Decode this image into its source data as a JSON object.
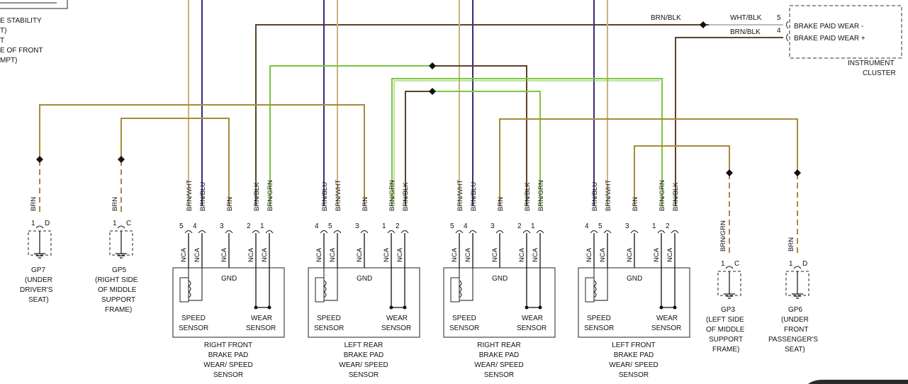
{
  "colors": {
    "brn": "#a88a3c",
    "brn_dark": "#5a4424",
    "grn": "#7cc63c",
    "blu": "#3c2a78",
    "wht_trace": "#c9b37a",
    "black": "#111111"
  },
  "top_left_label": [
    "E STABILITY",
    "T)",
    "T",
    "E OF FRONT",
    "MPT)"
  ],
  "instrument_cluster": {
    "line1": "BRAKE PAID WEAR -",
    "line2": "BRAKE PAID WEAR +",
    "pin_top": "5",
    "pin_bottom": "4",
    "caption1": "INSTRUMENT",
    "caption2": "CLUSTER"
  },
  "top_wires": {
    "left_label": "BRN/BLK",
    "upper_label": "WHT/BLK",
    "lower_label": "BRN/BLK"
  },
  "grounds": [
    {
      "id": "GP7",
      "wire": "BRN",
      "pin": "1",
      "letter": "D",
      "caption": [
        "GP7",
        "(UNDER",
        "DRIVER'S",
        "SEAT)"
      ]
    },
    {
      "id": "GP5",
      "wire": "BRN",
      "pin": "1",
      "letter": "C",
      "caption": [
        "GP5",
        "(RIGHT SIDE",
        "OF MIDDLE",
        "SUPPORT",
        "FRAME)"
      ]
    },
    {
      "id": "GP3",
      "wire": "BRN/GRN",
      "pin": "1",
      "letter": "C",
      "caption": [
        "GP3",
        "(LEFT SIDE",
        "OF MIDDLE",
        "SUPPORT",
        "FRAME)"
      ]
    },
    {
      "id": "GP6",
      "wire": "BRN",
      "pin": "1",
      "letter": "D",
      "caption": [
        "GP6",
        "(UNDER",
        "FRONT",
        "PASSENGER'S",
        "SEAT)"
      ]
    }
  ],
  "sensors": [
    {
      "wires": [
        "BRN/WHT",
        "BRN/BLU",
        "BRN",
        "BRN/BLK",
        "BRN/GRN"
      ],
      "pins": [
        "5",
        "4",
        "3",
        "2",
        "1"
      ],
      "nca": "NCA",
      "gnd": "GND",
      "speed": [
        "SPEED",
        "SENSOR"
      ],
      "wear": [
        "WEAR",
        "SENSOR"
      ],
      "caption": [
        "RIGHT FRONT",
        "BRAKE PAD",
        "WEAR/ SPEED",
        "SENSOR"
      ]
    },
    {
      "wires": [
        "BRN/BLU",
        "BRN/WHT",
        "BRN",
        "BRN/GRN",
        "BRN/BLK"
      ],
      "pins": [
        "4",
        "5",
        "3",
        "1",
        "2"
      ],
      "nca": "NCA",
      "gnd": "GND",
      "speed": [
        "SPEED",
        "SENSOR"
      ],
      "wear": [
        "WEAR",
        "SENSOR"
      ],
      "caption": [
        "LEFT REAR",
        "BRAKE PAD",
        "WEAR/ SPEED",
        "SENSOR"
      ]
    },
    {
      "wires": [
        "BRN/WHT",
        "BRN/BLU",
        "BRN",
        "BRN/BLK",
        "BRN/GRN"
      ],
      "pins": [
        "5",
        "4",
        "3",
        "2",
        "1"
      ],
      "nca": "NCA",
      "gnd": "GND",
      "speed": [
        "SPEED",
        "SENSOR"
      ],
      "wear": [
        "WEAR",
        "SENSOR"
      ],
      "caption": [
        "RIGHT REAR",
        "BRAKE PAD",
        "WEAR/ SPEED",
        "SENSOR"
      ]
    },
    {
      "wires": [
        "BRN/BLU",
        "BRN/WHT",
        "BRN",
        "BRN/GRN",
        "BRN/BLK"
      ],
      "pins": [
        "4",
        "5",
        "3",
        "1",
        "2"
      ],
      "nca": "NCA",
      "gnd": "GND",
      "speed": [
        "SPEED",
        "SENSOR"
      ],
      "wear": [
        "WEAR",
        "SENSOR"
      ],
      "caption": [
        "LEFT FRONT",
        "BRAKE PAD",
        "WEAR/ SPEED",
        "SENSOR"
      ]
    }
  ]
}
